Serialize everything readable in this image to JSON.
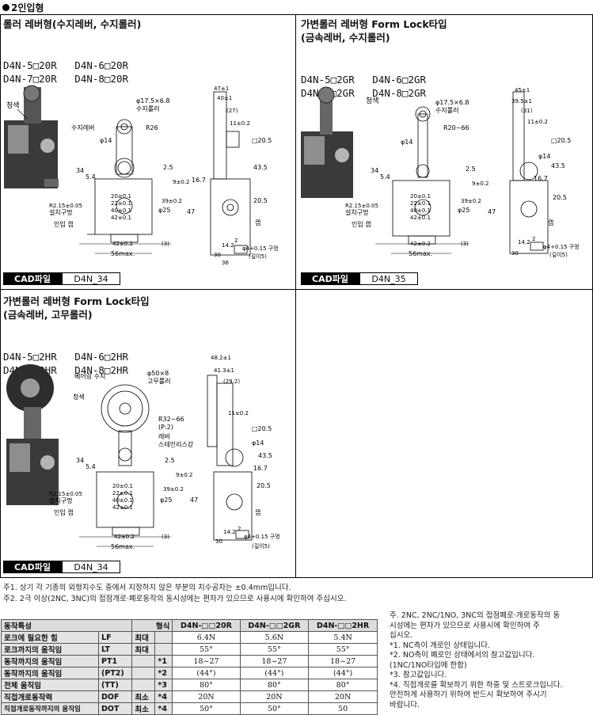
{
  "section_title": "2인입형",
  "panels": [
    {
      "title_lines": [
        "롤러 레버형(수지레버, 수지롤러)"
      ],
      "models": [
        "D4N-5□20R   D4N-6□20R",
        "D4N-7□20R   D4N-8□20R"
      ],
      "cad_label": "CAD파일",
      "cad_value": "D4N_34",
      "labels": {
        "color": "청색",
        "roller": "φ17.5×6.8",
        "roller_mat": "수지롤러",
        "lever": "수지레버",
        "r": "R26",
        "phi14": "φ14",
        "d25": "2.5",
        "d9": "9±0.2",
        "d16": "16.7",
        "d20s": "20±0.1",
        "d22": "22±0.1",
        "d40": "40±0.1",
        "d42": "42±0.1",
        "d39": "39±0.2",
        "phi25": "φ25",
        "d47": "47",
        "d34": "34",
        "d54": "5.4",
        "hole": "R2.15±0.05",
        "hole_txt": "설치구멍",
        "cap": "인입 캡",
        "d42b": "42±0.2",
        "d3": "(3)",
        "max": "56max.",
        "top47": "47±1",
        "top40": "40±1",
        "top27": "(27)",
        "d11": "11±0.2",
        "d205": "□20.5",
        "d435": "43.5",
        "d205b": "20.5",
        "cap2": "캡",
        "d142": "14.2",
        "d2": "2",
        "d30": "30",
        "d36": "36",
        "phi4": "φ4+0.15 구멍",
        "depth": "(깊이5)"
      }
    },
    {
      "title_lines": [
        "가변롤러 레버형 Form Lock타입",
        "(금속레버, 수지롤러)"
      ],
      "models": [
        "D4N-5□2GR   D4N-6□2GR",
        "D4N-7□2GR   D4N-8□2GR"
      ],
      "cad_label": "CAD파일",
      "cad_value": "D4N_35",
      "labels": {
        "color": "청색",
        "roller": "φ17.5×6.8",
        "roller_mat": "수지롤러",
        "r": "R20~66",
        "phi14": "φ14",
        "d25": "2.5",
        "d9": "9±0.2",
        "d20s": "20±0.1",
        "d22": "22±0.1",
        "d40": "40±0.1",
        "d42": "42±0.1",
        "d39": "39±0.2",
        "phi25": "φ25",
        "d47": "47",
        "d34": "34",
        "d54": "5.4",
        "hole": "R2.15±0.05",
        "hole_txt": "설치구멍",
        "cap": "인입 캡",
        "d42b": "42±0.2",
        "d3": "(3)",
        "max": "56max.",
        "top45": "45±1",
        "top395": "39.5±1",
        "top31": "(31)",
        "d11": "11±0.2",
        "d205": "□20.5",
        "d435": "43.5",
        "phi14b": "φ14",
        "d167": "16.7",
        "d205b": "20.5",
        "cap2": "캡",
        "d142": "14.2",
        "d2": "2",
        "d30": "30",
        "phi4": "φ4+0.15 구멍",
        "depth": "(깊이5)"
      }
    },
    {
      "title_lines": [
        "가변롤러 레버형 Form Lock타입",
        "(금속레버, 고무롤러)"
      ],
      "models": [
        "D4N-5□2HR   D4N-6□2HR",
        "D4N-7□2HR   D4N-8□2HR"
      ],
      "cad_label": "CAD파일",
      "cad_value": "D4N_34",
      "labels": {
        "bearing": "베어링 수지",
        "roller": "φ50×8",
        "roller_mat": "고무롤러",
        "color": "청색",
        "r": "R32~66",
        "p": "(P:2)",
        "lever": "레버",
        "steel": "스테인리스강",
        "d25": "2.5",
        "d9": "9±0.2",
        "d20s": "20±0.1",
        "d22": "22±0.1",
        "d40": "40±0.1",
        "d42": "42±0.1",
        "d39": "39±0.2",
        "phi25": "φ25",
        "d47": "47",
        "d34": "34",
        "d54": "5.4",
        "hole": "R2.15±0.05",
        "hole_txt": "설치구멍",
        "cap": "인입 캡",
        "d42b": "42±0.2",
        "d3": "(3)",
        "max": "56max.",
        "top482": "48.2±1",
        "top413": "41.3±1",
        "top292": "(29.2)",
        "d11": "11±0.2",
        "d205": "□20.5",
        "phi14": "φ14",
        "d435": "43.5",
        "d167": "16.7",
        "d205b": "20.5",
        "cap2": "캡",
        "d142": "14.2",
        "d2": "2",
        "d30": "30",
        "phi4": "φ4+0.15 구멍",
        "depth": "(깊이5)"
      }
    }
  ],
  "notes": [
    "주1. 상기 각 기종의 외형치수도 중에서 지정하지 않은 부분의 치수공차는 ±0.4mm입니다.",
    "주2. 2극 이상(2NC, 3NC)의 접점개로·폐로동작의 동시성에는 편차가 있으므로 사용시에 확인하여 주십시오."
  ],
  "table": {
    "header": [
      "동작특성",
      "형식",
      "D4N-□□20R",
      "D4N-□□2GR",
      "D4N-□□2HR"
    ],
    "rows": [
      [
        "로크에 필요한 힘",
        "LF",
        "최대",
        "",
        "6.4N",
        "5.6N",
        "5.4N"
      ],
      [
        "로크까지의 움직임",
        "LT",
        "최대",
        "",
        "55°",
        "55°",
        "55°"
      ],
      [
        "동작까지의 움직임",
        "PT1",
        "",
        "*1",
        "18~27",
        "18~27",
        "18~27"
      ],
      [
        "동작까지의 움직임",
        "(PT2)",
        "",
        "*2",
        "(44°)",
        "(44°)",
        "(44°)"
      ],
      [
        "전체 움직임",
        "(TT)",
        "",
        "*3",
        "80°",
        "80°",
        "80°"
      ],
      [
        "직접개로동작력",
        "DOF",
        "최소",
        "*4",
        "20N",
        "20N",
        "20N"
      ],
      [
        "직접개로동작까지의 움직임",
        "DOT",
        "최소",
        "*4",
        "50°",
        "50°",
        "50"
      ]
    ]
  },
  "right_notes": [
    "주.  2NC, 2NC/1NO, 3NC의 접점폐로·개로동작의 동",
    "      시성에는 편차가 있으므로 사용시에 확인하여 주",
    "      십시오.",
    "*1. NC측이 개로인 상태입니다.",
    "*2. NO측이 폐로인 상태에서의 참고값입니다.",
    "      (1NC/1NO타입에 한함)",
    "*3. 참고값입니다.",
    "*4. 직접개로를 확보하기 위한 하중 및 스트로크입니다.",
    "      안전하게 사용하기 위하여 반드시 확보하여 주시기",
    "      바랍니다."
  ]
}
